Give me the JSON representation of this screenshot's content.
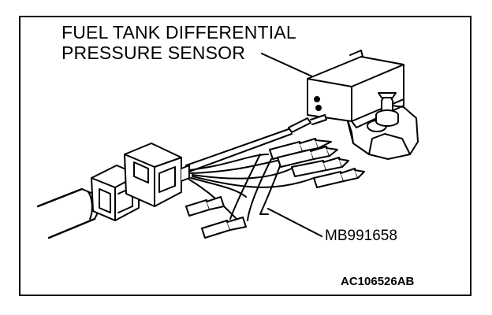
{
  "diagram": {
    "title_line1": "FUEL TANK DIFFERENTIAL",
    "title_line2": "PRESSURE SENSOR",
    "tool_label": "MB991658",
    "figure_id": "AC106526AB"
  },
  "colors": {
    "line": "#000000",
    "background": "#ffffff"
  }
}
